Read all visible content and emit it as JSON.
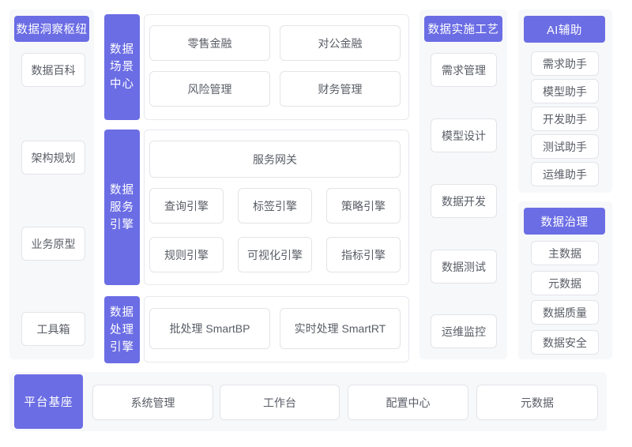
{
  "colors": {
    "accent": "#6b6de4",
    "panel-bg": "#f7f8fa",
    "card-border": "#e3e4e8",
    "container-border": "#e9e9ef",
    "text": "#595d66"
  },
  "insight": {
    "title": "数据洞察枢纽",
    "items": [
      "数据百科",
      "架构规划",
      "业务原型",
      "工具箱"
    ]
  },
  "scene": {
    "label": "数据场景中心",
    "label_lines": [
      "数据",
      "场景",
      "中心"
    ],
    "items": [
      "零售金融",
      "对公金融",
      "风险管理",
      "财务管理"
    ]
  },
  "service": {
    "label": "数据服务引擎",
    "label_lines": [
      "数据",
      "服务",
      "引擎"
    ],
    "gateway": "服务网关",
    "items": [
      "查询引擎",
      "标签引擎",
      "策略引擎",
      "规则引擎",
      "可视化引擎",
      "指标引擎"
    ]
  },
  "processing": {
    "label": "数据处理引擎",
    "label_lines": [
      "数据",
      "处理",
      "引擎"
    ],
    "items": [
      "批处理 SmartBP",
      "实时处理  SmartRT"
    ]
  },
  "implementation": {
    "title": "数据实施工艺",
    "items": [
      "需求管理",
      "模型设计",
      "数据开发",
      "数据测试",
      "运维监控"
    ]
  },
  "ai": {
    "title": "AI辅助",
    "items": [
      "需求助手",
      "模型助手",
      "开发助手",
      "测试助手",
      "运维助手"
    ]
  },
  "governance": {
    "title": "数据治理",
    "items": [
      "主数据",
      "元数据",
      "数据质量",
      "数据安全"
    ]
  },
  "platform": {
    "title": "平台基座",
    "items": [
      "系统管理",
      "工作台",
      "配置中心",
      "元数据"
    ]
  }
}
